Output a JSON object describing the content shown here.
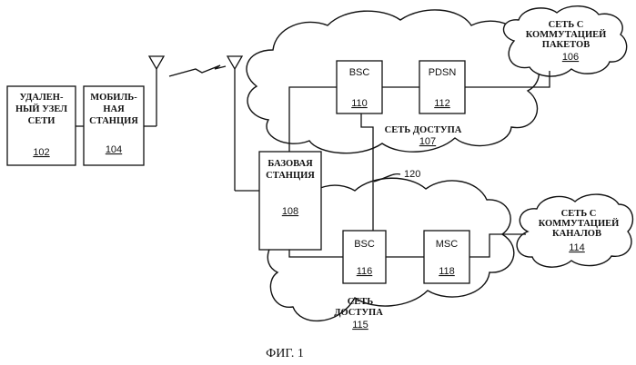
{
  "nodes": {
    "remote": {
      "line1": "УДАЛЕН-",
      "line2": "НЫЙ УЗЕЛ",
      "line3": "СЕТИ",
      "ref": "102"
    },
    "mobile": {
      "line1": "МОБИЛЬ-",
      "line2": "НАЯ",
      "line3": "СТАНЦИЯ",
      "ref": "104"
    },
    "base": {
      "line1": "БАЗОВАЯ",
      "line2": "СТАНЦИЯ",
      "ref": "108"
    },
    "bsc_top": {
      "label": "BSC",
      "ref": "110"
    },
    "pdsn": {
      "label": "PDSN",
      "ref": "112"
    },
    "bsc_bottom": {
      "label": "BSC",
      "ref": "116"
    },
    "msc": {
      "label": "MSC",
      "ref": "118"
    },
    "access_top": {
      "line1": "СЕТЬ ДОСТУПА",
      "ref": "107"
    },
    "access_bottom": {
      "line1": "СЕТЬ",
      "line2": "ДОСТУПА",
      "ref": "115"
    },
    "packet_net": {
      "line1": "СЕТЬ С",
      "line2": "КОММУТАЦИЕЙ",
      "line3": "ПАКЕТОВ",
      "ref": "106"
    },
    "circuit_net": {
      "line1": "СЕТЬ С",
      "line2": "КОММУТАЦИЕЙ",
      "line3": "КАНАЛОВ",
      "ref": "114"
    },
    "link": {
      "ref": "120"
    }
  },
  "caption": "ФИГ. 1"
}
